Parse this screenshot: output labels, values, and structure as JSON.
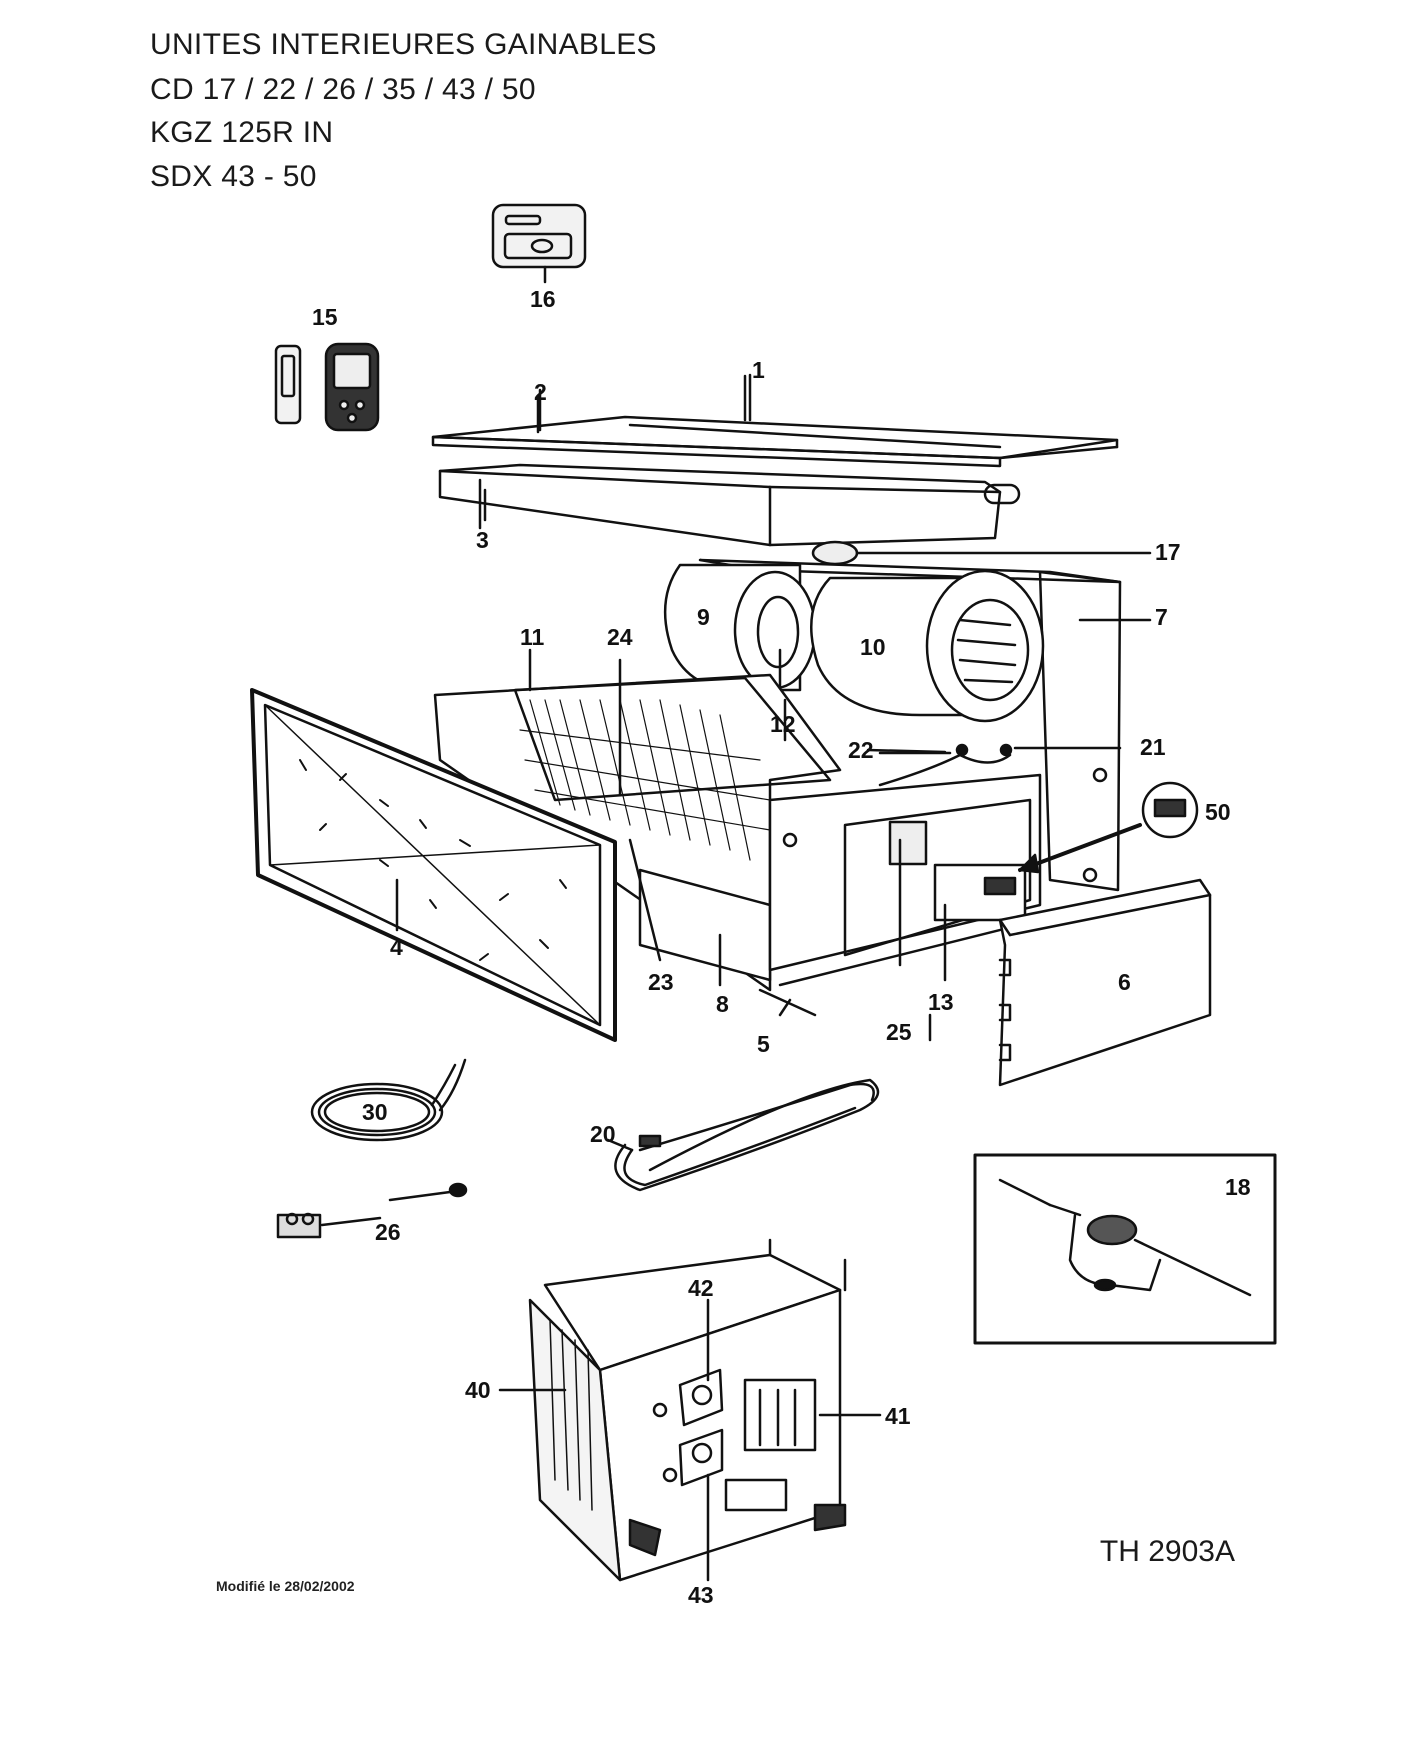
{
  "title": {
    "line1": "UNITES INTERIEURES GAINABLES",
    "line2": "CD 17 / 22 / 26 / 35 / 43 / 50",
    "line3": "KGZ 125R IN",
    "line4": "SDX 43 - 50"
  },
  "reference": "TH 2903A",
  "modified": "Modifié le 28/02/2002",
  "part_labels": {
    "p1": "1",
    "p2": "2",
    "p3": "3",
    "p4": "4",
    "p5": "5",
    "p6": "6",
    "p7": "7",
    "p8": "8",
    "p9": "9",
    "p10": "10",
    "p11": "11",
    "p12": "12",
    "p13": "13",
    "p15": "15",
    "p16": "16",
    "p17": "17",
    "p18": "18",
    "p20": "20",
    "p21": "21",
    "p22": "22",
    "p23": "23",
    "p24": "24",
    "p25": "25",
    "p26": "26",
    "p30": "30",
    "p40": "40",
    "p41": "41",
    "p42": "42",
    "p43": "43",
    "p50": "50"
  },
  "colors": {
    "ink": "#111111",
    "paper": "#ffffff",
    "shade": "#d9d9d9"
  }
}
